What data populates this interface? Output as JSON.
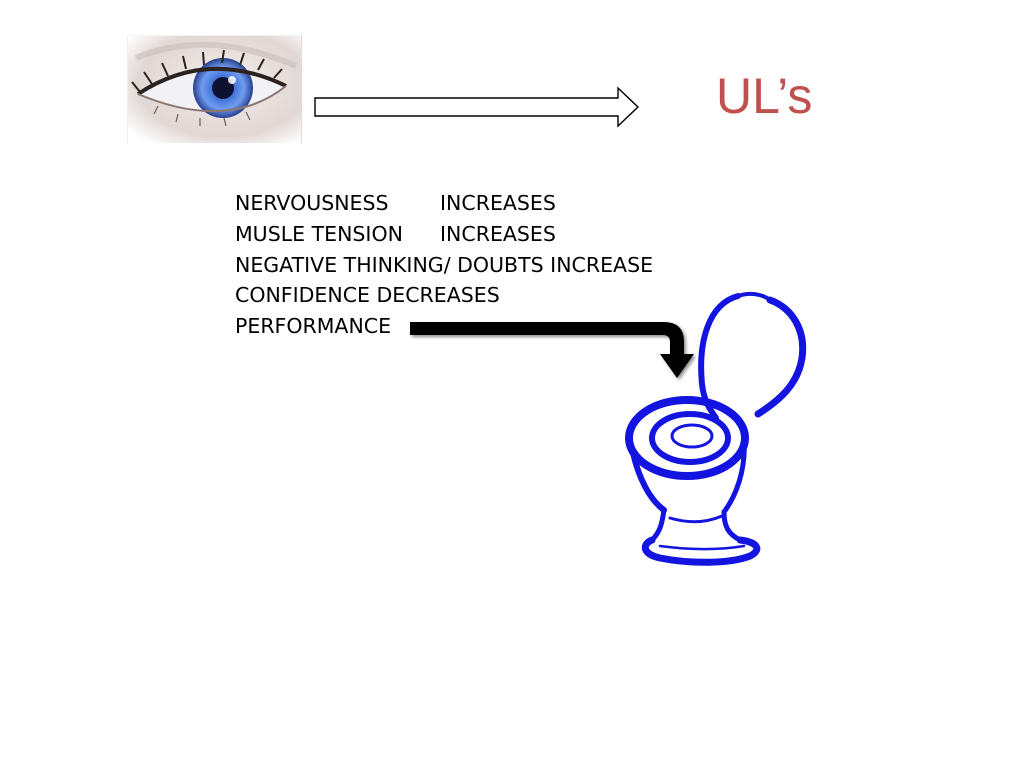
{
  "slide": {
    "title": "UL’s",
    "title_color": "#c0504d",
    "image_left": "eye-photo",
    "image_right": "toilet-drawing",
    "arrow_icons": [
      "arrow-right-outline-icon",
      "bent-arrow-down-icon"
    ],
    "lines": [
      {
        "term": "NERVOUSNESS",
        "effect": "INCREASES"
      },
      {
        "term": "MUSLE TENSION",
        "effect": "INCREASES"
      },
      {
        "term": "NEGATIVE THINKING/ DOUBTS INCREASE",
        "effect": ""
      },
      {
        "term": "CONFIDENCE DECREASES",
        "effect": ""
      },
      {
        "term": "PERFORMANCE",
        "effect": ""
      }
    ]
  }
}
